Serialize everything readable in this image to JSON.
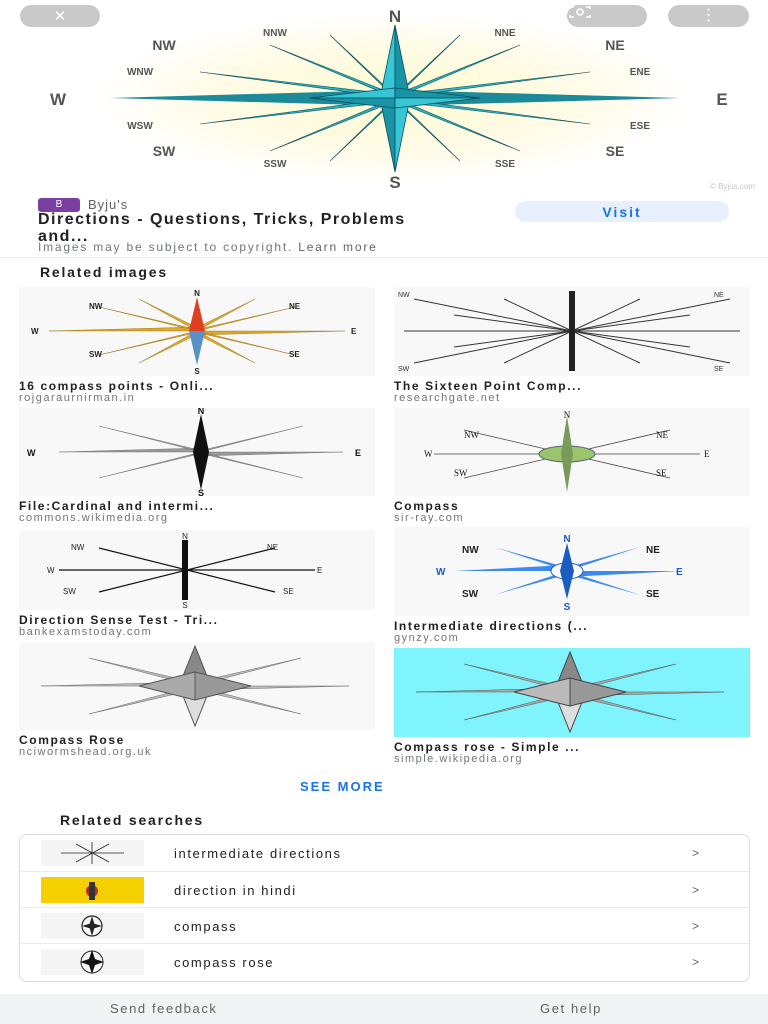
{
  "hero": {
    "close_icon": "close-icon",
    "lens_icon": "lens-icon",
    "more_icon": "more-vert-icon",
    "labels": {
      "N": "N",
      "NNE": "NNE",
      "NE": "NE",
      "ENE": "ENE",
      "E": "E",
      "ESE": "ESE",
      "SE": "SE",
      "SSE": "SSE",
      "S": "S",
      "SSW": "SSW",
      "SW": "SW",
      "WSW": "WSW",
      "W": "W",
      "WNW": "WNW",
      "NW": "NW",
      "NNW": "NNW"
    },
    "watermark": "© Byjus.com"
  },
  "source": {
    "logo_text": "B",
    "name": "Byju's",
    "title": "Directions - Questions, Tricks, Problems and...",
    "visit_label": "Visit",
    "copyright_text": "Images may be subject to copyright.",
    "learn_more": "Learn more"
  },
  "related": {
    "heading": "Related images",
    "items": [
      {
        "title": "16 compass points - Onli...",
        "domain": "rojgaraurnirman.in"
      },
      {
        "title": "The Sixteen Point Comp...",
        "domain": "researchgate.net"
      },
      {
        "title": "File:Cardinal and intermi...",
        "domain": "commons.wikimedia.org"
      },
      {
        "title": "Compass",
        "domain": "sir-ray.com"
      },
      {
        "title": "Direction Sense Test - Tri...",
        "domain": "bankexamstoday.com"
      },
      {
        "title": "Intermediate directions (...",
        "domain": "gynzy.com"
      },
      {
        "title": "Compass Rose",
        "domain": "nciwormshead.org.uk"
      },
      {
        "title": "Compass rose - Simple ...",
        "domain": "simple.wikipedia.org"
      }
    ],
    "see_more": "SEE MORE"
  },
  "related_searches": {
    "heading": "Related searches",
    "items": [
      {
        "label": "intermediate directions"
      },
      {
        "label": "direction in hindi"
      },
      {
        "label": "compass"
      },
      {
        "label": "compass rose"
      }
    ],
    "chevron": ">"
  },
  "footer": {
    "send_feedback": "Send feedback",
    "get_help": "Get help"
  }
}
